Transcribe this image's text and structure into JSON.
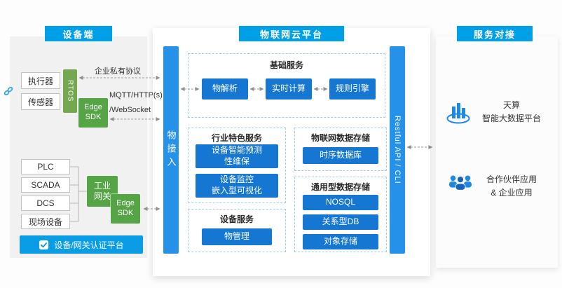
{
  "titles": {
    "device": "设备端",
    "cloud": "物联网云平台",
    "services": "服务对接"
  },
  "device": {
    "actuator": "执行器",
    "sensor": "传感器",
    "rtos": "RTOS",
    "edge_sdk": "Edge\nSDK",
    "private_protocol": "企业私有协议",
    "mqtt": "MQTT/HTTP(s)",
    "websocket": "/WebSocket",
    "plc": "PLC",
    "scada": "SCADA",
    "dcs": "DCS",
    "field_devices": "现场设备",
    "gateway": "工业\n网关",
    "gateway_edge_sdk": "Edge\nSDK",
    "auth_platform": "设备/网关认证平台"
  },
  "cloud": {
    "access_bar": "物接入",
    "api_bar": "Restful API / CLI",
    "basic": {
      "title": "基础服务",
      "items": [
        "物解析",
        "实时计算",
        "规则引擎"
      ]
    },
    "industry": {
      "title": "行业特色服务",
      "items": [
        "设备智能预测\n性维保",
        "设备监控\n嵌入型可视化"
      ]
    },
    "device_service": {
      "title": "设备服务",
      "items": [
        "物管理"
      ]
    },
    "iot_storage": {
      "title": "物联网数据存储",
      "items": [
        "时序数据库"
      ]
    },
    "general_storage": {
      "title": "通用型数据存储",
      "items": [
        "NOSQL",
        "关系型DB",
        "对象存储"
      ]
    }
  },
  "integration": {
    "bigdata": "天算\n智能大数据平台",
    "partner": "合作伙伴应用\n& 企业应用"
  },
  "icons": {
    "left_link": "chain-link-icon",
    "auth": "shield-check-icon",
    "bigdata": "building-bars-icon",
    "partner": "people-group-icon"
  },
  "colors": {
    "header": "#00a0e9",
    "bar": "#2591e9",
    "box": "#1677d2",
    "green": "#55a446",
    "green2": "#74a850",
    "auth": "#0a9ce4"
  }
}
